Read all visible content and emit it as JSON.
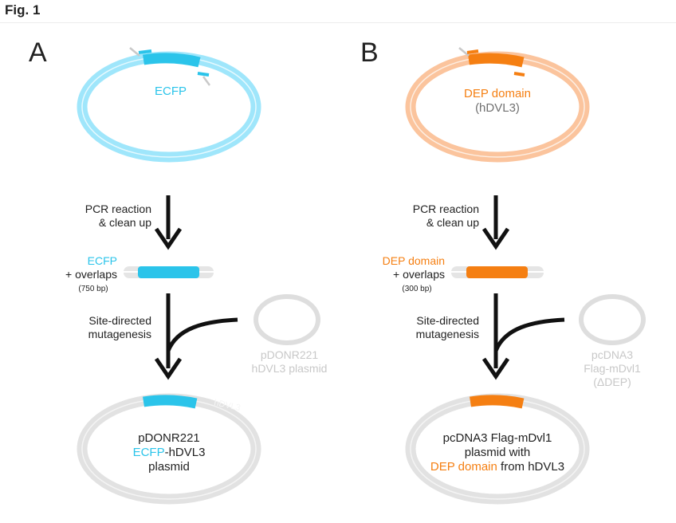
{
  "figure": {
    "title": "Fig. 1",
    "colors": {
      "ecfp": "#2bc4ea",
      "ecfp_light": "#9fe6fb",
      "dep": "#f57f12",
      "dep_light": "#fbc49d",
      "plasmid_gray": "#dedede",
      "faded_text": "#c8c8c8",
      "text": "#222222",
      "gray_text": "#707070"
    }
  },
  "panel_a": {
    "letter": "A",
    "top_plasmid_label": "ECFP",
    "step1": [
      "PCR reaction",
      "& clean up"
    ],
    "fragment": {
      "name": "ECFP",
      "overlaps": "+ overlaps",
      "size": "(750 bp)"
    },
    "step2": [
      "Site-directed",
      "mutagenesis"
    ],
    "donor_plasmid": [
      "pDONR221",
      "hDVL3 plasmid"
    ],
    "ring_label": "hDVL3",
    "result": {
      "line1": "pDONR221",
      "line2_colored": "ECFP",
      "line2_rest": "-hDVL3",
      "line3": "plasmid"
    }
  },
  "panel_b": {
    "letter": "B",
    "top_plasmid_label": "DEP domain",
    "top_plasmid_sublabel": "(hDVL3)",
    "step1": [
      "PCR reaction",
      "& clean up"
    ],
    "fragment": {
      "name": "DEP domain",
      "overlaps": "+ overlaps",
      "size": "(300 bp)"
    },
    "step2": [
      "Site-directed",
      "mutagenesis"
    ],
    "donor_plasmid": [
      "pcDNA3",
      "Flag-mDvl1",
      "(ΔDEP)"
    ],
    "result": {
      "line1": "pcDNA3 Flag-mDvl1",
      "line2": "plasmid with",
      "line3_colored": "DEP domain",
      "line3_rest": " from hDVL3"
    }
  }
}
